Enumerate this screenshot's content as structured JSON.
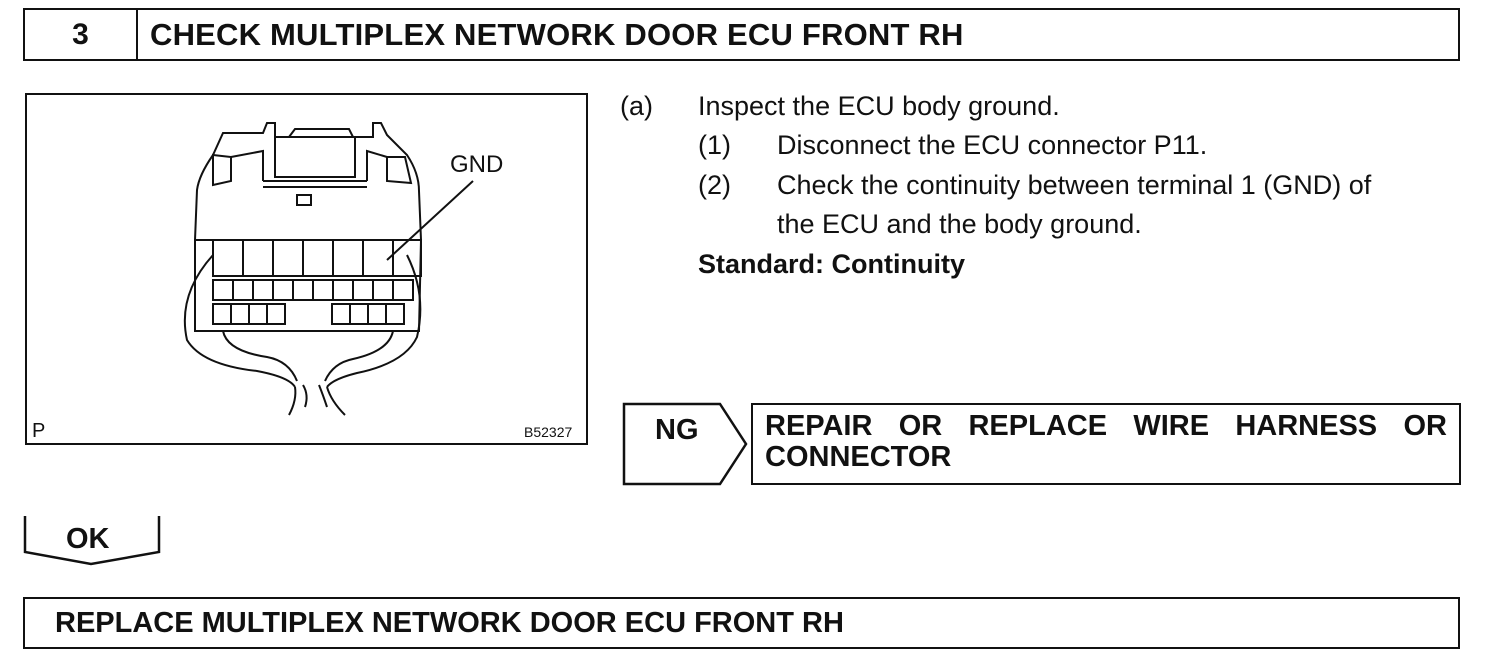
{
  "header": {
    "step_number": "3",
    "title": "CHECK MULTIPLEX NETWORK DOOR ECU FRONT RH"
  },
  "figure": {
    "callout_label": "GND",
    "corner_label": "P",
    "figure_code": "B52327"
  },
  "instructions": {
    "step_a_label": "(a)",
    "step_a_text": "Inspect the ECU body ground.",
    "sub1_label": "(1)",
    "sub1_text": "Disconnect the ECU connector P11.",
    "sub2_label": "(2)",
    "sub2_line1": "Check the continuity between terminal 1 (GND) of",
    "sub2_line2": "the ECU and the body ground.",
    "standard": "Standard: Continuity"
  },
  "ng": {
    "label": "NG",
    "line1_words": [
      "REPAIR",
      "OR",
      "REPLACE",
      "WIRE",
      "HARNESS",
      "OR"
    ],
    "line2": "CONNECTOR"
  },
  "ok": {
    "label": "OK"
  },
  "footer": {
    "action": "REPLACE MULTIPLEX NETWORK DOOR ECU FRONT RH"
  }
}
